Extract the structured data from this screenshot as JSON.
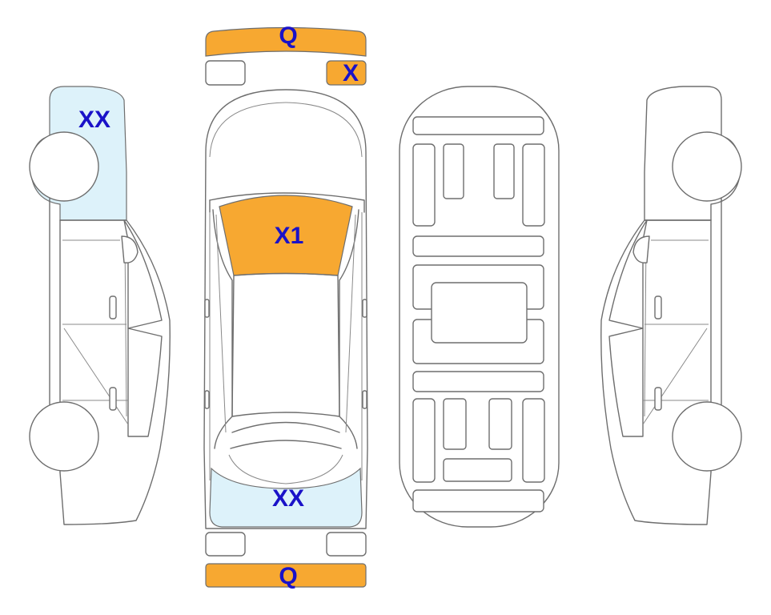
{
  "colors": {
    "marked_orange": "#F7A831",
    "marked_lightblue": "#DDF2FA",
    "label_blue": "#1A12C8",
    "outline_gray": "#6E6E6E"
  },
  "labels": {
    "front_bumper": "Q",
    "headlight_right": "X",
    "windshield": "X1",
    "rear_window": "XX",
    "side_front": "XX",
    "rear_bumper": "Q"
  }
}
